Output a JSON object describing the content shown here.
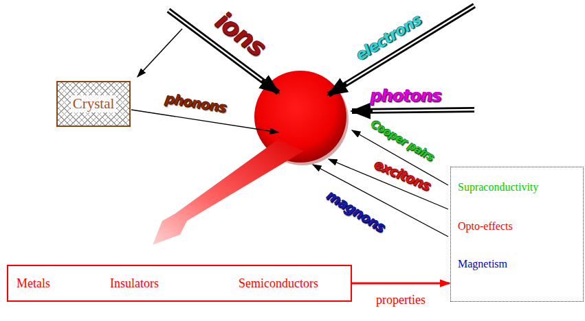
{
  "diagram": {
    "nodes": [
      {
        "text": [
          "Crystal"
        ]
      },
      {
        "text": [
          "Metals",
          "Insulators",
          "Semiconductors"
        ]
      },
      {
        "text": [
          "Supraconductivity",
          "Opto-effects",
          "Magnetism"
        ]
      }
    ],
    "edges": [
      {
        "from": 1,
        "to": 2,
        "label": "properties",
        "arrow": "to"
      }
    ],
    "labels": [
      "ions",
      "electrons",
      "photons",
      "phonons",
      "Cooper pairs",
      "excitons",
      "magnons"
    ]
  }
}
